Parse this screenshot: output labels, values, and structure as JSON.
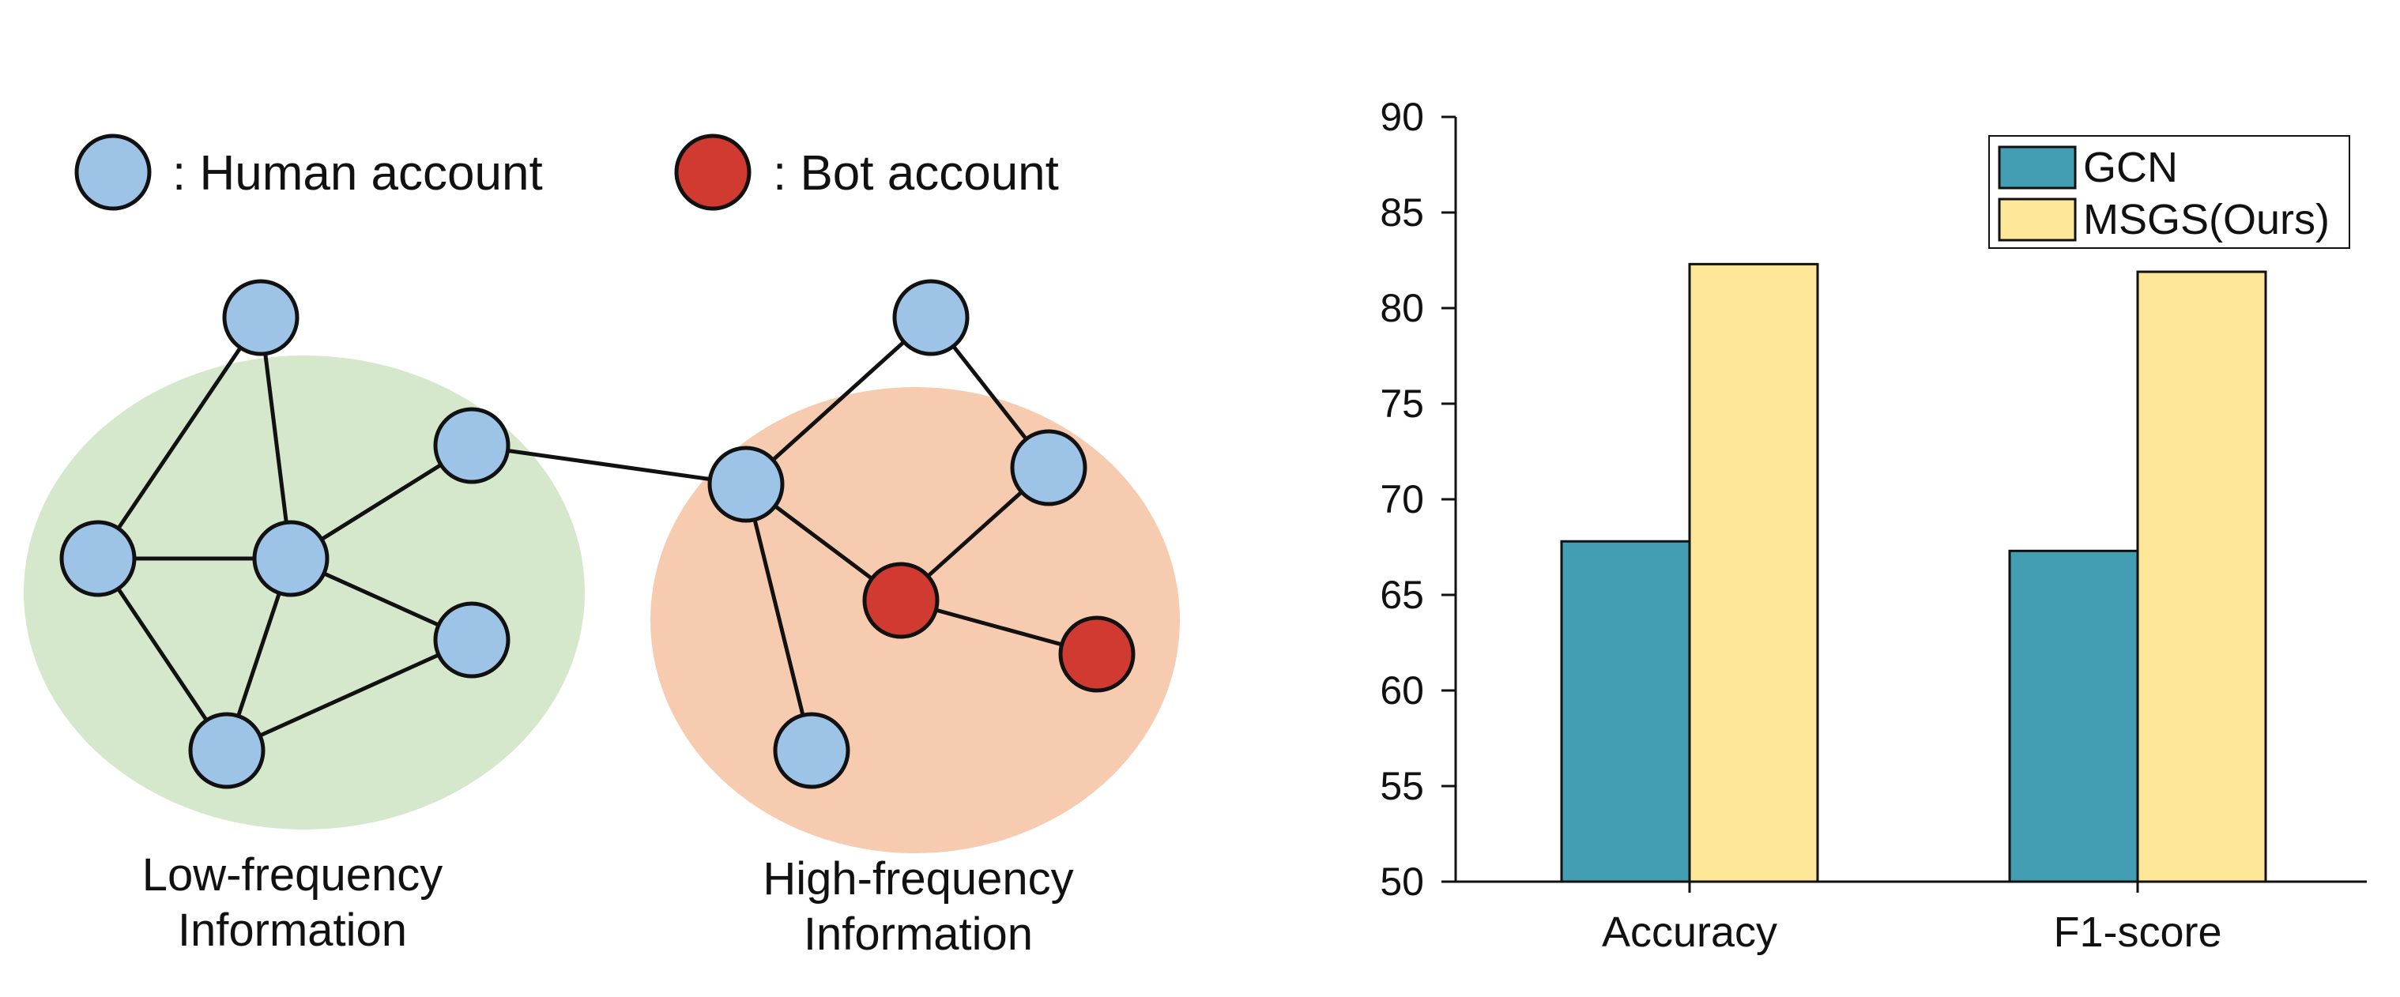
{
  "diagram": {
    "legend": {
      "human": {
        "label": ": Human account",
        "color": "#9dc3e6"
      },
      "bot": {
        "label": ": Bot account",
        "color": "#d03a31"
      }
    },
    "regions": [
      {
        "id": "low",
        "label_line1": "Low-frequency",
        "label_line2": "Information",
        "color": "#d5e8cb"
      },
      {
        "id": "high",
        "label_line1": "High-frequency",
        "label_line2": "Information",
        "color": "#f7cbb0"
      }
    ],
    "nodes": [
      {
        "id": "L1",
        "type": "human"
      },
      {
        "id": "L2",
        "type": "human"
      },
      {
        "id": "L3",
        "type": "human"
      },
      {
        "id": "L4",
        "type": "human"
      },
      {
        "id": "L5",
        "type": "human"
      },
      {
        "id": "L6",
        "type": "human"
      },
      {
        "id": "H1",
        "type": "human"
      },
      {
        "id": "H2",
        "type": "human"
      },
      {
        "id": "H3",
        "type": "human"
      },
      {
        "id": "H4",
        "type": "bot"
      },
      {
        "id": "H5",
        "type": "bot"
      },
      {
        "id": "H6",
        "type": "human"
      }
    ],
    "edges": [
      [
        "L1",
        "L2"
      ],
      [
        "L1",
        "L3"
      ],
      [
        "L2",
        "L3"
      ],
      [
        "L3",
        "L4"
      ],
      [
        "L3",
        "L5"
      ],
      [
        "L3",
        "L6"
      ],
      [
        "L2",
        "L6"
      ],
      [
        "L5",
        "L6"
      ],
      [
        "L4",
        "H2"
      ],
      [
        "H2",
        "H1"
      ],
      [
        "H1",
        "H3"
      ],
      [
        "H2",
        "H4"
      ],
      [
        "H3",
        "H4"
      ],
      [
        "H4",
        "H5"
      ],
      [
        "H2",
        "H6"
      ]
    ]
  },
  "chart_data": {
    "type": "bar",
    "categories": [
      "Accuracy",
      "F1-score"
    ],
    "series": [
      {
        "name": "GCN",
        "values": [
          67.8,
          67.3
        ],
        "color": "#449eb3"
      },
      {
        "name": "MSGS(Ours)",
        "values": [
          82.3,
          81.9
        ],
        "color": "#fee799"
      }
    ],
    "ylim": [
      50,
      90
    ],
    "yticks": [
      50,
      55,
      60,
      65,
      70,
      75,
      80,
      85,
      90
    ],
    "title": "",
    "xlabel": "",
    "ylabel": "",
    "legend_position": "top-right",
    "grid": false
  }
}
